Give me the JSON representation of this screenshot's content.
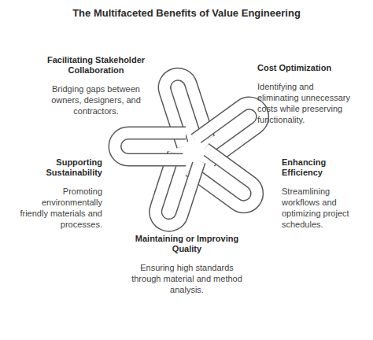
{
  "diagram": {
    "title": "The Multifaceted Benefits of Value Engineering",
    "labels": [
      "Facilitating Stakeholder Collaboration",
      "Bridging gaps between owners, designers, and contractors.",
      "Cost Optimization",
      "Identifying and eliminating unnecessary costs while preserving functionality.",
      "Supporting Sustainability",
      "Promoting environmentally friendly materials and processes.",
      "Enhancing Efficiency",
      "Streamlining workflows and optimizing project schedules.",
      "Maintaining or Improving Quality",
      "Ensuring high standards through material and method analysis."
    ]
  }
}
